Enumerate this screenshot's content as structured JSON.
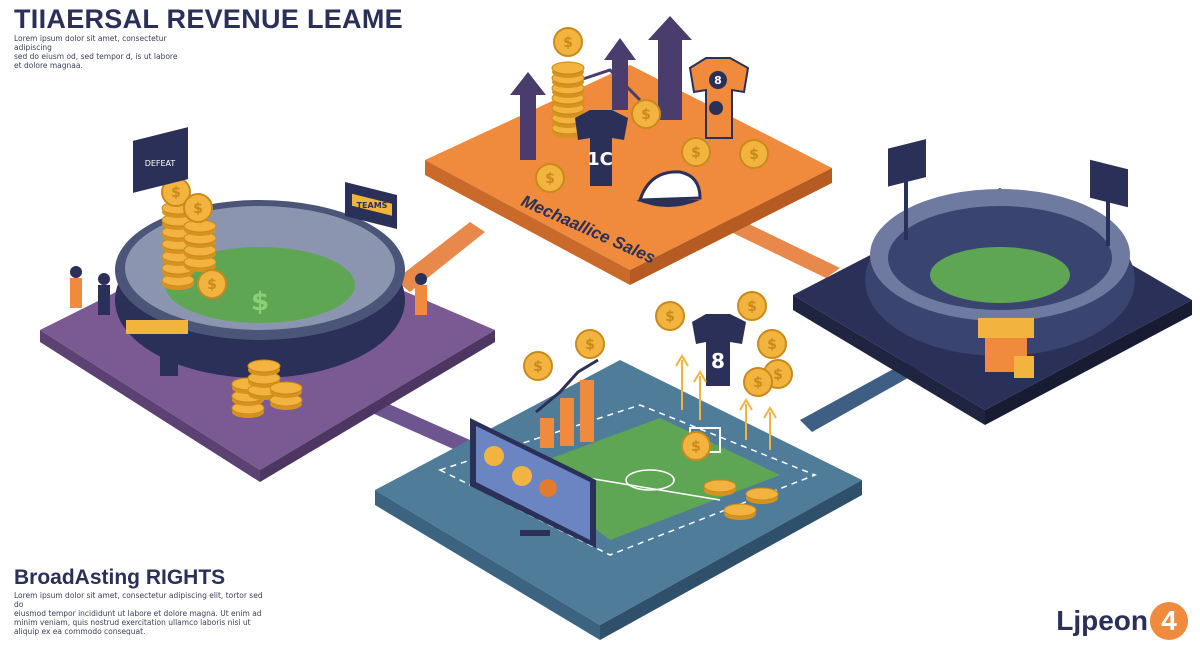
{
  "header": {
    "title": "TIIAERSAL REVENUE LEAME",
    "blurb_lines": [
      "Lorem ipsum dolor sit amet, consectetur adipiscing",
      "sed do eiusm od, sed tempor d, is ut labore",
      "et dolore magnaa."
    ]
  },
  "platforms": {
    "merch_label": "Mechaallice Sales",
    "jersey_number_merch": "1C",
    "jersey_badge": "8",
    "broadcast_jersey": "8",
    "left_scoreboard": "DEFEAT",
    "left_sign": "TEAMS"
  },
  "footer": {
    "section_title": "BroadAsting RIGHTS",
    "blurb_lines": [
      "Lorem ipsum dolor sit amet, consectetur adipiscing elit, tortor sed do",
      "eiusmod tempor incididunt ut labore et dolore magna. Ut enim ad",
      "minim veniam, quis nostrud exercitation ullamco laboris nisi ut",
      "aliquip ex ea commodo consequat."
    ]
  },
  "brand": {
    "name": "Ljpeon",
    "badge": "4"
  },
  "colors": {
    "navy": "#2b3058",
    "orange": "#f08a3c",
    "purple": "#7b5a93",
    "teal": "#4f7d99",
    "gold": "#f2b43f"
  }
}
